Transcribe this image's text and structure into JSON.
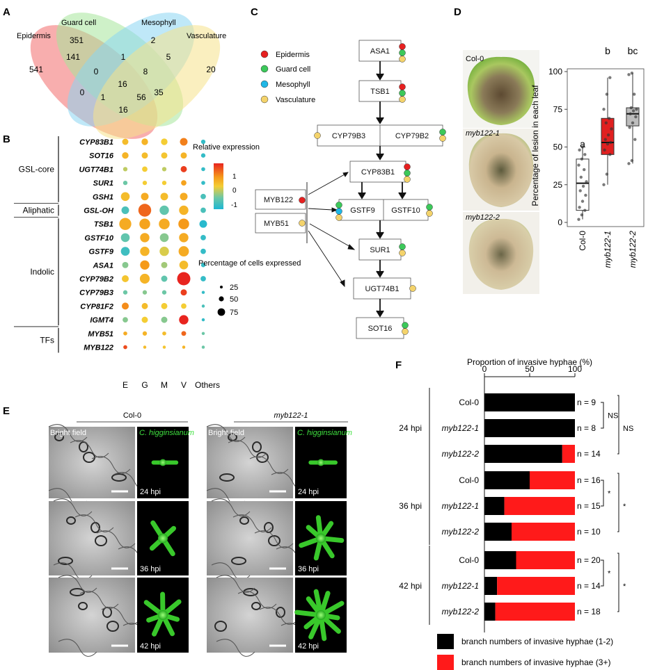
{
  "panels": {
    "A": "A",
    "B": "B",
    "C": "C",
    "D": "D",
    "E": "E",
    "F": "F"
  },
  "venn": {
    "sets": [
      {
        "name": "Epidermis",
        "color": "#f26b6b"
      },
      {
        "name": "Guard cell",
        "color": "#a6e59a"
      },
      {
        "name": "Mesophyll",
        "color": "#8ad6f3"
      },
      {
        "name": "Vasculature",
        "color": "#f5e28a"
      }
    ],
    "counts": [
      "541",
      "351",
      "2",
      "20",
      "141",
      "1",
      "5",
      "0",
      "8",
      "16",
      "0",
      "35",
      "1",
      "56",
      "16"
    ]
  },
  "dotplot": {
    "genes": [
      "CYP83B1",
      "SOT16",
      "UGT74B1",
      "SUR1",
      "GSH1",
      "GSL-OH",
      "TSB1",
      "GSTF10",
      "GSTF9",
      "ASA1",
      "CYP79B2",
      "CYP79B3",
      "CYP81F2",
      "IGMT4",
      "MYB51",
      "MYB122"
    ],
    "columns": [
      "E",
      "G",
      "M",
      "V",
      "Others"
    ],
    "groups": [
      {
        "label": "GSL-core",
        "start": 0,
        "end": 4
      },
      {
        "label": "Aliphatic",
        "start": 5,
        "end": 5
      },
      {
        "label": "Indolic",
        "start": 6,
        "end": 13
      },
      {
        "label": "TFs",
        "start": 14,
        "end": 15
      }
    ],
    "pct": [
      [
        20,
        22,
        22,
        30,
        10
      ],
      [
        22,
        20,
        20,
        20,
        10
      ],
      [
        10,
        15,
        10,
        20,
        8
      ],
      [
        10,
        10,
        10,
        15,
        8
      ],
      [
        40,
        30,
        30,
        30,
        15
      ],
      [
        30,
        85,
        45,
        45,
        15
      ],
      [
        75,
        60,
        60,
        60,
        30
      ],
      [
        40,
        45,
        40,
        45,
        15
      ],
      [
        40,
        45,
        45,
        55,
        15
      ],
      [
        20,
        45,
        20,
        40,
        10
      ],
      [
        25,
        50,
        20,
        90,
        15
      ],
      [
        10,
        10,
        10,
        20,
        5
      ],
      [
        25,
        20,
        20,
        15,
        5
      ],
      [
        15,
        20,
        20,
        45,
        5
      ],
      [
        8,
        10,
        8,
        12,
        5
      ],
      [
        8,
        5,
        5,
        5,
        5
      ]
    ],
    "expr": [
      [
        0.2,
        0.3,
        0.0,
        0.8,
        -1
      ],
      [
        0.3,
        0.2,
        0.1,
        0.3,
        -1
      ],
      [
        -0.2,
        0.0,
        -0.2,
        1.3,
        -1
      ],
      [
        -0.5,
        0.0,
        0.0,
        0.5,
        -1
      ],
      [
        0.2,
        0.4,
        0.2,
        0.4,
        -0.8
      ],
      [
        -0.8,
        1.0,
        -0.6,
        0.3,
        -0.8
      ],
      [
        0.4,
        0.5,
        0.4,
        0.6,
        -1.1
      ],
      [
        -0.6,
        0.4,
        -0.4,
        0.4,
        -1
      ],
      [
        -0.9,
        0.3,
        -0.1,
        0.4,
        -1
      ],
      [
        -0.4,
        0.6,
        -0.3,
        0.2,
        -1
      ],
      [
        0.1,
        0.3,
        -0.6,
        1.5,
        -1
      ],
      [
        -0.5,
        -0.4,
        -0.5,
        1.3,
        -1
      ],
      [
        0.7,
        0.2,
        0.0,
        0.0,
        -0.8
      ],
      [
        -0.4,
        0.0,
        -0.4,
        1.5,
        -1
      ],
      [
        0.4,
        0.3,
        0.2,
        1.0,
        -0.5
      ],
      [
        1.2,
        0.2,
        0.1,
        0.3,
        -0.5
      ]
    ],
    "legend_title": "Relative expression",
    "scale_ticks": [
      "1",
      "0",
      "-1"
    ],
    "size_title": "Percentage of cells expressed",
    "size_ticks": [
      "25",
      "50",
      "75"
    ]
  },
  "pathway": {
    "legend": [
      {
        "label": "Epidermis",
        "color": "#e62020"
      },
      {
        "label": "Guard cell",
        "color": "#3cc85a"
      },
      {
        "label": "Mesophyll",
        "color": "#1fb7e6"
      },
      {
        "label": "Vasculature",
        "color": "#f4d36b"
      }
    ],
    "tfs": [
      "MYB122",
      "MYB51"
    ],
    "nodes": [
      "ASA1",
      "TSB1",
      "CYP79B3",
      "CYP79B2",
      "CYP83B1",
      "GSTF9",
      "GSTF10",
      "SUR1",
      "UGT74B1",
      "SOT16"
    ]
  },
  "lesion": {
    "ylabel": "Percentage of lesion in each leaf",
    "yticks": [
      "0",
      "25",
      "50",
      "75",
      "100"
    ],
    "groups": [
      {
        "name": "Col-0",
        "q1": 8,
        "med": 26,
        "q3": 42,
        "wmin": 2,
        "wmax": 50,
        "letter": "a",
        "color": "#ffffff",
        "points": [
          2,
          5,
          8,
          10,
          14,
          18,
          21,
          24,
          27,
          30,
          35,
          38,
          42,
          45,
          48,
          50
        ]
      },
      {
        "name": "myb122-1",
        "q1": 45,
        "med": 53,
        "q3": 69,
        "wmin": 25,
        "wmax": 96,
        "letter": "b",
        "color": "#e02020",
        "points": [
          25,
          32,
          45,
          48,
          52,
          53,
          55,
          58,
          62,
          66,
          69,
          75,
          85,
          96
        ]
      },
      {
        "name": "myb122-2",
        "q1": 64,
        "med": 72,
        "q3": 76,
        "wmin": 39,
        "wmax": 99,
        "letter": "bc",
        "color": "#bdbdbd",
        "points": [
          39,
          41,
          55,
          63,
          66,
          70,
          72,
          74,
          75,
          76,
          85,
          98,
          99
        ]
      }
    ],
    "photo_labels": [
      "Col-0",
      "myb122-1",
      "myb122-2"
    ]
  },
  "micro": {
    "col_titles": [
      "Col-0",
      "myb122-1"
    ],
    "channel_bf": "Bright field",
    "channel_fluo": "C. higginsianum",
    "times": [
      "24 hpi",
      "36 hpi",
      "42 hpi"
    ]
  },
  "hyphae": {
    "title": "Proportion of invasive hyphae (%)",
    "xticks": [
      "0",
      "50",
      "100"
    ],
    "timepoints": [
      {
        "label": "24 hpi",
        "rows": [
          {
            "name": "Col-0",
            "black": 100,
            "n": "n = 9"
          },
          {
            "name": "myb122-1",
            "black": 100,
            "n": "n = 8"
          },
          {
            "name": "myb122-2",
            "black": 86,
            "n": "n = 14"
          }
        ],
        "sig": [
          "NS",
          "NS"
        ]
      },
      {
        "label": "36 hpi",
        "rows": [
          {
            "name": "Col-0",
            "black": 50,
            "n": "n = 16"
          },
          {
            "name": "myb122-1",
            "black": 22,
            "n": "n = 15"
          },
          {
            "name": "myb122-2",
            "black": 30,
            "n": "n = 10"
          }
        ],
        "sig": [
          "*",
          "*"
        ]
      },
      {
        "label": "42 hpi",
        "rows": [
          {
            "name": "Col-0",
            "black": 35,
            "n": "n = 20"
          },
          {
            "name": "myb122-1",
            "black": 14,
            "n": "n = 14"
          },
          {
            "name": "myb122-2",
            "black": 12,
            "n": "n = 18"
          }
        ],
        "sig": [
          "*",
          "*"
        ]
      }
    ],
    "legend": [
      {
        "label": "branch numbers of invasive hyphae (1-2)",
        "color": "#000000"
      },
      {
        "label": "branch numbers of invasive hyphae (3+)",
        "color": "#ff1a1a"
      }
    ]
  }
}
